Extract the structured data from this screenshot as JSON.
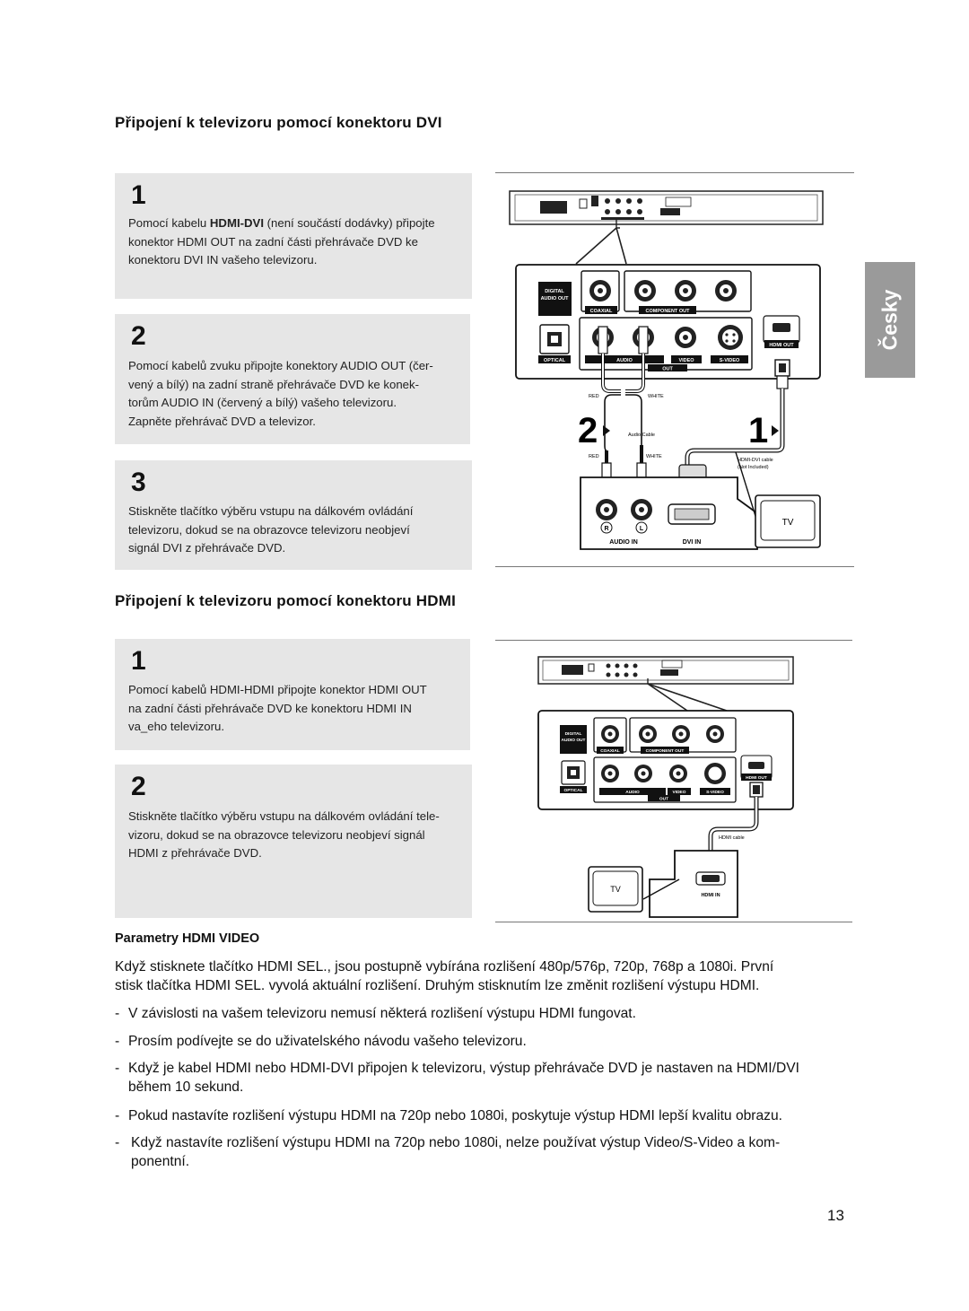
{
  "dvi": {
    "heading": "Připojení k televizoru pomocí konektoru DVI",
    "steps": [
      {
        "num": "1",
        "pre": "Pomocí kabelu ",
        "bold": "HDMI-DVI",
        "post": " (není součástí dodávky) připojte",
        "l2": "konektor HDMI OUT na zadní části přehrávače DVD ke",
        "l3": "konektoru DVI IN vašeho televizoru."
      },
      {
        "num": "2",
        "l1": "Pomocí kabelů zvuku připojte konektory AUDIO OUT (čer-",
        "l2": "vený a bílý) na zadní straně přehrávače DVD ke konek-",
        "l3": "torům AUDIO IN (červený a bílý) vašeho televizoru.",
        "l4": "Zapněte přehrávač DVD a televizor."
      },
      {
        "num": "3",
        "l1": "Stiskněte tlačítko výběru vstupu na dálkovém ovládání",
        "l2": "televizoru, dokud se na obrazovce televizoru neobjeví",
        "l3": "signál DVI z přehrávače DVD."
      }
    ],
    "diagram": {
      "digital_audio_out": [
        "DIGITAL",
        "AUDIO OUT"
      ],
      "coaxial": "COAXIAL",
      "component_out": "COMPONENT OUT",
      "optical": "OPTICAL",
      "audio": "AUDIO",
      "video": "VIDEO",
      "s_video": "S-VIDEO",
      "out": "OUT",
      "hdmi_out": "HDMI OUT",
      "red": "RED",
      "white": "WHITE",
      "audio_cable": "Audio Cable",
      "hdmi_dvi_cable": "HDMI-DVI cable",
      "not_included": "(Not Included)",
      "audio_in": "AUDIO IN",
      "dvi_in": "DVI IN",
      "tv": "TV",
      "step_a": "2",
      "step_b": "1",
      "r": "R",
      "l": "L"
    }
  },
  "hdmi": {
    "heading": "Připojení k televizoru pomocí konektoru HDMI",
    "steps": [
      {
        "num": "1",
        "l1": "Pomocí kabelů HDMI-HDMI připojte konektor HDMI OUT",
        "l2": "na zadní části přehrávače DVD ke konektoru HDMI IN",
        "l3": "va_eho televizoru."
      },
      {
        "num": "2",
        "l1": "Stiskněte tlačítko výběru vstupu na dálkovém ovládání tele-",
        "l2": "vizoru, dokud se na obrazovce televizoru neobjeví signál",
        "l3": "HDMI z přehrávače DVD."
      }
    ],
    "diagram": {
      "hdmi_cable": "HDMI cable",
      "hdmi_in": "HDMI IN",
      "tv": "TV"
    }
  },
  "side_tab": "Česky",
  "params": {
    "title": "Parametry HDMI VIDEO",
    "intro_l1": "Když stisknete tlačítko HDMI SEL., jsou postupně vybírána rozlišení 480p/576p, 720p, 768p a 1080i. První",
    "intro_l2": "stisk tlačítka HDMI SEL. vyvolá aktuální rozlišení. Druhým stisknutím lze změnit rozlišení výstupu HDMI.",
    "dash": "-",
    "b1": "V závislosti na vašem televizoru nemusí některá rozlišení výstupu HDMI fungovat.",
    "b2": "Prosím podívejte se do uživatelského návodu vašeho televizoru.",
    "b3_l1": "Když je kabel HDMI nebo HDMI-DVI připojen k televizoru, výstup přehrávače DVD je nastaven na HDMI/DVI",
    "b3_l2": "během 10 sekund.",
    "b4": "Pokud nastavíte rozlišení výstupu HDMI na 720p nebo 1080i, poskytuje výstup HDMI lepší kvalitu obrazu.",
    "b5_l1": "Když nastavíte rozlišení výstupu HDMI na 720p nebo 1080i, nelze používat výstup Video/S-Video a kom-",
    "b5_l2": "ponentní."
  },
  "page_number": "13"
}
